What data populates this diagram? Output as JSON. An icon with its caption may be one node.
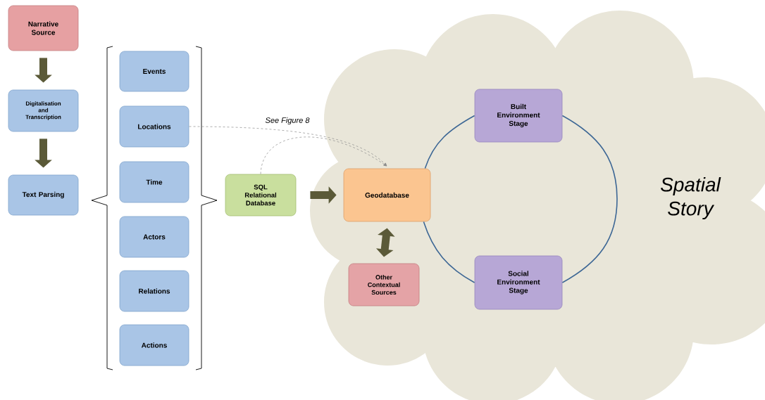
{
  "diagram": {
    "nodes": [
      {
        "text": [
          "Narrative Source"
        ]
      },
      {
        "text": [
          "Digitalisation and Transcription"
        ]
      },
      {
        "text": [
          "Text Parsing"
        ]
      },
      {
        "text": [
          "Events"
        ]
      },
      {
        "text": [
          "Locations"
        ]
      },
      {
        "text": [
          "Time"
        ]
      },
      {
        "text": [
          "Actors"
        ]
      },
      {
        "text": [
          "Relations"
        ]
      },
      {
        "text": [
          "Actions"
        ]
      },
      {
        "text": [
          "SQL Relational Database"
        ]
      },
      {
        "text": [
          "Spatial Story"
        ]
      },
      {
        "text": [
          "Geodatabase"
        ],
        "in": 10
      },
      {
        "text": [
          "Other Contextual Sources"
        ],
        "in": 10
      },
      {
        "text": [
          "Built Environment Stage"
        ],
        "in": 10
      },
      {
        "text": [
          "Social Environment Stage"
        ],
        "in": 10
      }
    ],
    "edges": [
      {
        "from": 0,
        "to": 1,
        "arrow": "to",
        "style": "thick",
        "color": "#5b5a38"
      },
      {
        "from": 1,
        "to": 2,
        "arrow": "to",
        "style": "thick",
        "color": "#5b5a38"
      },
      {
        "from": 4,
        "to": 11,
        "arrow": "to",
        "style": "dashed",
        "color": "#8c8c8c",
        "label": "See Figure 8"
      },
      {
        "from": 9,
        "to": 11,
        "arrow": "to",
        "style": "dashed",
        "color": "#8c8c8c"
      },
      {
        "from": 9,
        "to": 11,
        "arrow": "to",
        "style": "thick",
        "color": "#5b5a38"
      },
      {
        "from": 11,
        "to": 12,
        "arrow": "both",
        "style": "thick",
        "color": "#5b5a38"
      },
      {
        "from": 11,
        "to": 13,
        "arrow": "none",
        "color": "#3d6795"
      },
      {
        "from": 13,
        "to": 14,
        "arrow": "none",
        "color": "#3d6795"
      },
      {
        "from": 14,
        "to": 11,
        "arrow": "none",
        "color": "#3d6795"
      }
    ]
  }
}
